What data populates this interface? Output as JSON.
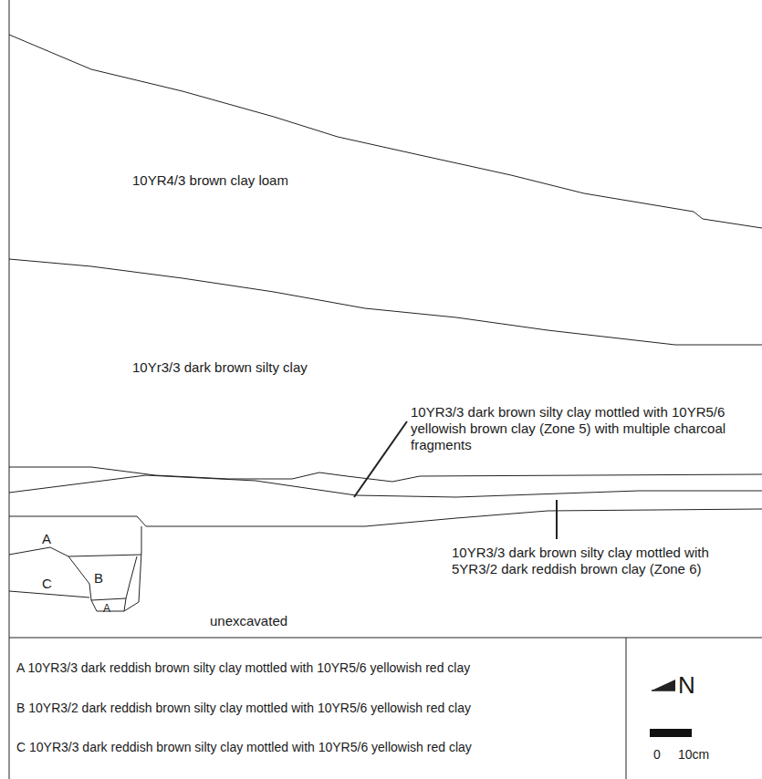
{
  "diagram": {
    "nodes": [
      {
        "text": [
          "10YR4/3 brown clay loam"
        ]
      },
      {
        "text": [
          "10Yr3/3 dark brown silty clay"
        ]
      },
      {
        "text": [
          "A"
        ]
      },
      {
        "text": [
          "C"
        ]
      },
      {
        "text": [
          "B"
        ]
      },
      {
        "text": [
          "A"
        ]
      },
      {
        "text": [
          "unexcavated"
        ]
      }
    ],
    "labels": [
      "10YR3/3 dark brown silty clay mottled with 10YR5/6 yellowish brown clay (Zone 5) with multiple charcoal fragments",
      "10YR3/3 dark brown silty clay mottled with 5YR3/2 dark reddish brown clay (Zone 6)",
      "A 10YR3/3 dark reddish brown silty clay mottled with 10YR5/6 yellowish red clay",
      "B 10YR3/2 dark reddish brown silty clay mottled with 10YR5/6 yellowish red clay",
      "C 10YR3/3 dark reddish brown silty clay mottled with 10YR5/6 yellowish red clay",
      "N",
      "0",
      "10cm"
    ]
  }
}
